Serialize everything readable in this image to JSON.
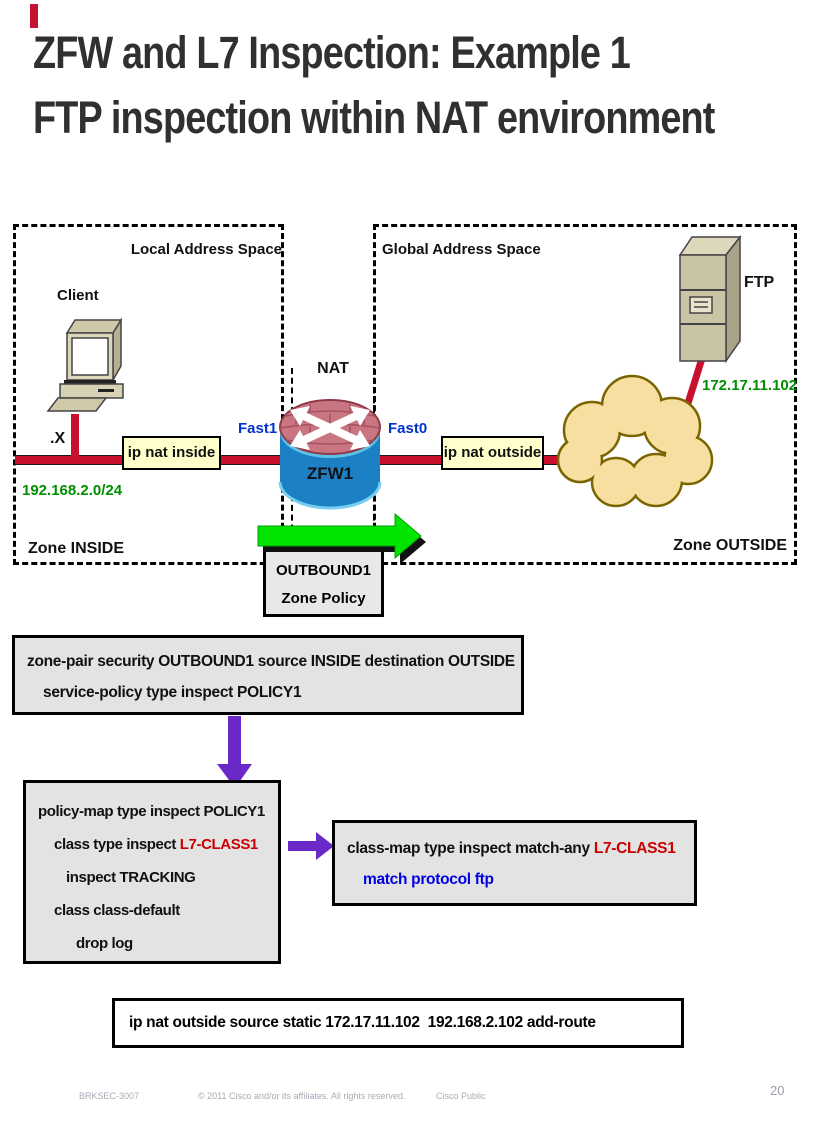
{
  "slide": {
    "title_line1": "ZFW and L7 Inspection: Example 1",
    "title_line2": "FTP inspection within NAT environment"
  },
  "diagram": {
    "inside_zone": {
      "space_label": "Local Address Space",
      "zone_label": "Zone INSIDE",
      "client_label": "Client",
      "client_suffix": ".X",
      "subnet": "192.168.2.0/24",
      "nat_role_label": "ip nat inside",
      "interface_label": "Fast1"
    },
    "router": {
      "nat_label": "NAT",
      "hostname": "ZFW1"
    },
    "outside_zone": {
      "space_label": "Global Address Space",
      "zone_label": "Zone OUTSIDE",
      "server_label": "FTP",
      "server_ip": "172.17.11.102",
      "nat_role_label": "ip nat outside",
      "interface_label": "Fast0"
    },
    "zone_policy_callout": {
      "line1": "OUTBOUND1",
      "line2": "Zone Policy"
    }
  },
  "config": {
    "zone_pair": {
      "line1": "zone-pair security OUTBOUND1 source INSIDE destination OUTSIDE",
      "line2": "service-policy type inspect POLICY1"
    },
    "policy_map": {
      "line1": "policy-map type inspect POLICY1",
      "line2_text": "class type inspect ",
      "line2_highlight": "L7-CLASS1",
      "line3": "inspect TRACKING",
      "line4": "class class-default",
      "line5": "drop log"
    },
    "class_map": {
      "line1_text": "class-map type inspect match-any ",
      "line1_highlight": "L7-CLASS1",
      "line2": "match protocol ftp"
    },
    "nat_statement": "ip nat outside source static 172.17.11.102  192.168.2.102 add-route"
  },
  "footer": {
    "session_id": "BRKSEC-3007",
    "copyright": "© 2011 Cisco and/or its affiliates. All rights reserved.",
    "classification": "Cisco Public",
    "page_number": "20"
  },
  "colors": {
    "segment_red": "#c8102e",
    "ip_green": "#008f00",
    "interface_blue": "#0033cc",
    "highlight_red": "#cc0000",
    "command_blue": "#0000e0",
    "arrow_green": "#00e400",
    "arrow_purple": "#6a28c8",
    "label_yellow": "#ffffcc",
    "box_grey": "#e3e3e3",
    "cloud_fill": "#f7dfa2"
  }
}
